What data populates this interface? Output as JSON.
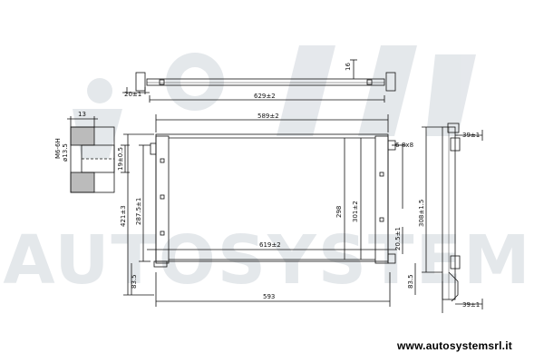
{
  "watermark": {
    "text": "AUTOSYSTEM"
  },
  "website": "www.autosystemsrl.it",
  "dimensions": {
    "top_left_offset": "20±1",
    "top_length": "629±2",
    "top_height": "16",
    "core_width_top": "589±2",
    "core_width_bottom": "619±2",
    "overall_width": "593",
    "thread": "M6-6H",
    "thread_dia": "ø13.5",
    "detail_width": "13",
    "detail_depth": "19±0.5",
    "height_total": "421±3",
    "height_core": "287.5±1",
    "left_lower": "83.5",
    "center_height_a": "298",
    "center_height_b": "301±2",
    "port_size": "6-8x8",
    "right_lower_a": "20.5±1",
    "right_lower_b": "83.5",
    "side_height": "308±1.5",
    "side_top": "39±1",
    "side_bottom": "39±1"
  }
}
